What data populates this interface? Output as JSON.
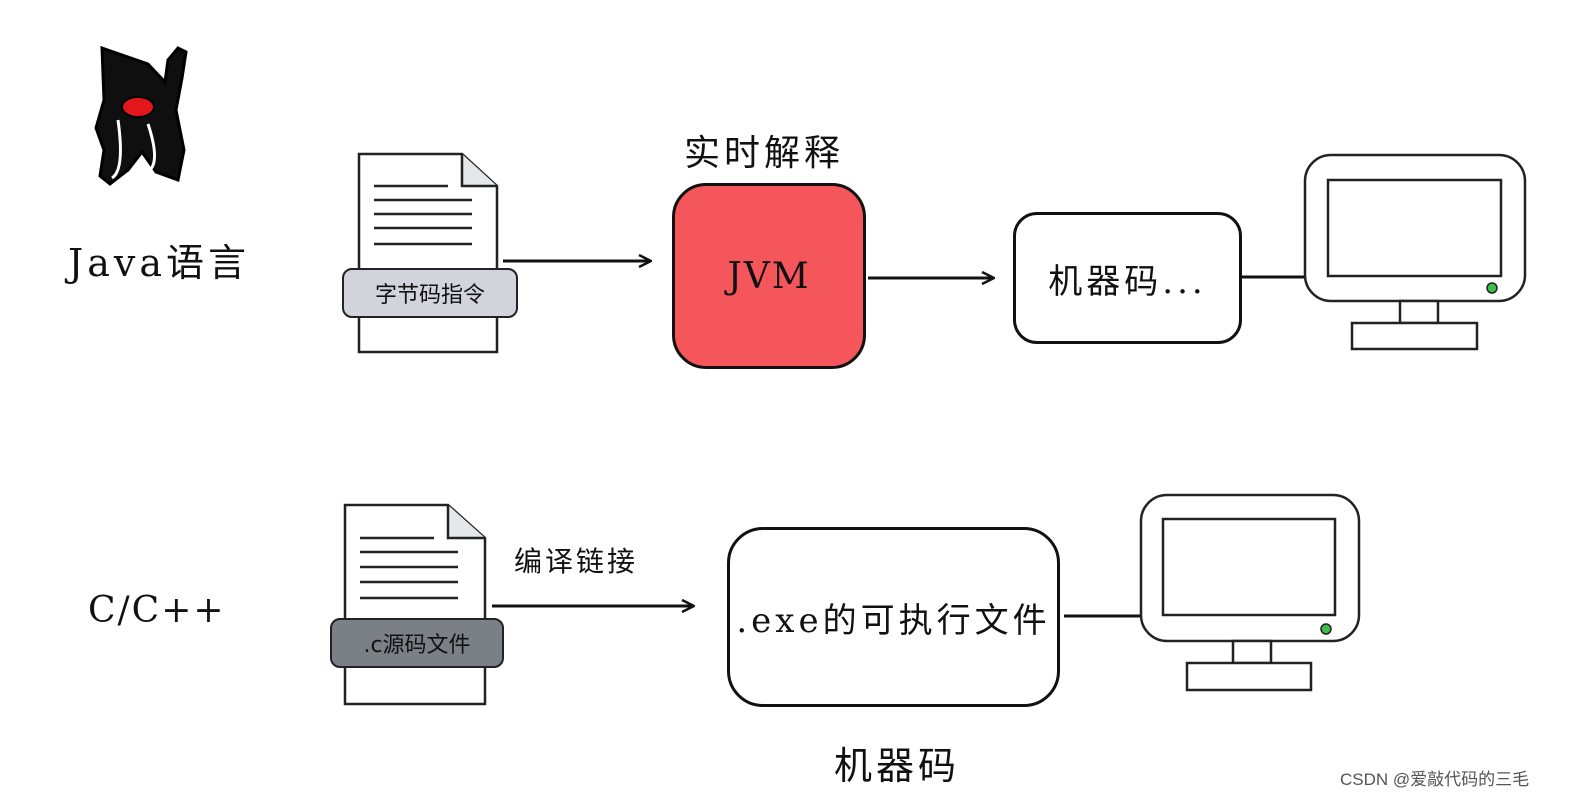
{
  "java_label": "Java语言",
  "c_label": "C/C++",
  "java_flow": {
    "source_file": "字节码指令",
    "interpret_label": "实时解释",
    "jvm": "JVM",
    "machine_code": "机器码..."
  },
  "c_flow": {
    "source_file": ".c源码文件",
    "compile_label": "编译链接",
    "executable": ".exe的可执行文件",
    "caption": "机器码"
  },
  "watermark": "CSDN @爱敲代码的三毛",
  "colors": {
    "jvm_fill": "#f4565b",
    "bytecode_tag_fill": "#d1d5db",
    "c_tag_fill": "#7b8087",
    "mascot_nose": "#e3161b",
    "power_led": "#3fbf4a"
  },
  "icons": [
    "java-duke-mascot-icon",
    "document-icon",
    "monitor-icon",
    "arrow-icon"
  ]
}
